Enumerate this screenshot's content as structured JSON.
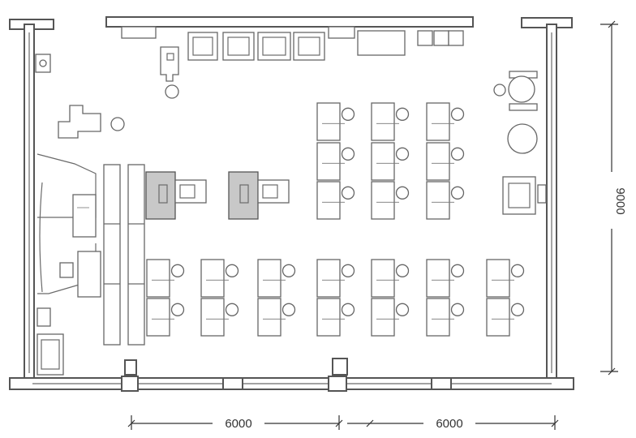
{
  "dimensions": {
    "left_width": "6000",
    "right_width": "6000",
    "depth": "9000"
  }
}
